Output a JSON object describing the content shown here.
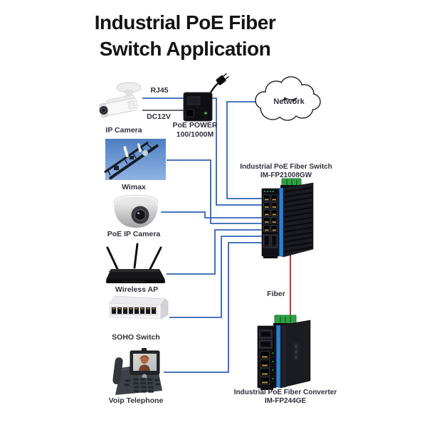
{
  "title": {
    "line1": "Industrial PoE Fiber",
    "line2": "Switch Application"
  },
  "colors": {
    "connection_blue": "#2e63b8",
    "power_line_gray": "#53565c",
    "fiber_red": "#c02020",
    "label_dark": "#30303f",
    "device_stripe_blue": "#2177cb",
    "terminal_green": "#2fa045",
    "title_black": "#141414"
  },
  "labels": {
    "ip_camera": "IP Camera",
    "rj45": "RJ45",
    "dc12v": "DC12V",
    "poe_power_line1": "PoE POWER",
    "poe_power_line2": "100/1000M",
    "network": "Network",
    "wimax": "Wimax",
    "poe_ip_camera": "PoE IP Camera",
    "wireless_ap": "Wireless AP",
    "soho_switch": "SOHO Switch",
    "voip_telephone": "Voip Telephone",
    "fiber": "Fiber",
    "fiber_switch_line1": "Industrial PoE Fiber Switch",
    "fiber_switch_line2": "IM-FP21008GW",
    "fiber_converter_line1": "Industrial PoE Fiber Converter",
    "fiber_converter_line2": "IM-FP244GE"
  }
}
